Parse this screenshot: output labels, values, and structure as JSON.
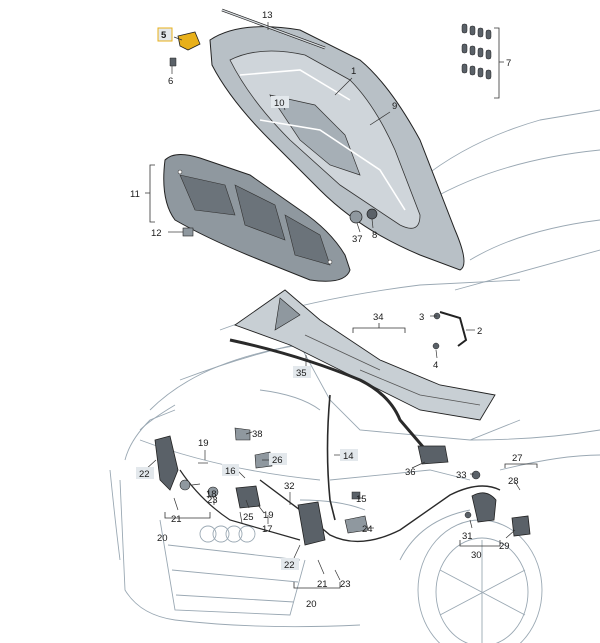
{
  "diagram": {
    "callouts": [
      "1",
      "2",
      "3",
      "4",
      "5",
      "6",
      "7",
      "8",
      "9",
      "10",
      "11",
      "12",
      "13",
      "14",
      "15",
      "16",
      "17",
      "18",
      "19",
      "20",
      "21",
      "22",
      "23",
      "24",
      "25",
      "26",
      "27",
      "28",
      "29",
      "30",
      "31",
      "32",
      "33",
      "34",
      "35",
      "36",
      "37",
      "38"
    ],
    "colors": {
      "background": "#ffffff",
      "car_outline": "#9aa8b3",
      "part_fill": "#b8c0c6",
      "part_dark": "#5a6168",
      "highlight": "#e8b01a",
      "label_box": "#e3e8ec"
    }
  }
}
